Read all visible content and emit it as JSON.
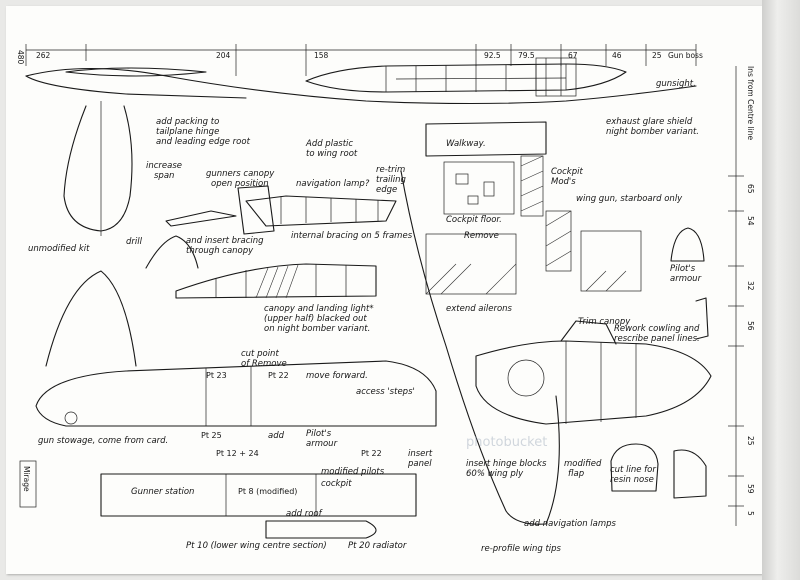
{
  "page": {
    "number": "480"
  },
  "dimensions": {
    "d262": "262",
    "d204": "204",
    "d158": "158",
    "d925": "92.5",
    "d795": "79.5",
    "d67": "67",
    "d46": "46",
    "d25": "25",
    "gun_boss": "Gun boss",
    "from_centreline": "Ins from Centre line",
    "d65": "65",
    "d54": "54",
    "d32": "32",
    "d56": "56",
    "d25b": "25",
    "d59": "59",
    "d5": "5"
  },
  "labels": {
    "packing": [
      "add packing to",
      "tailplane hinge",
      "and leading edge root"
    ],
    "increase_span": [
      "increase",
      "span"
    ],
    "add_plastic": [
      "Add plastic",
      "to wing root"
    ],
    "walkway": "Walkway.",
    "retrim": [
      "re-trim",
      "trailing",
      "edge"
    ],
    "cockpit_mods": [
      "Cockpit",
      "Mod's"
    ],
    "gunsight": "gunsight.",
    "exhaust": [
      "exhaust glare shield",
      "night bomber variant."
    ],
    "gunners_canopy": [
      "gunners canopy",
      "open position"
    ],
    "nav_lamp": "navigation lamp?",
    "internal_bracing": "internal bracing on 5 frames",
    "cockpit_floor": "Cockpit floor.",
    "remove": "Remove",
    "wing_gun": "wing gun, starboard only",
    "pilots_armour": [
      "Pilot's",
      "armour"
    ],
    "unmodified_kit": "unmodified kit",
    "drill": "drill",
    "insert_bracing": [
      "and insert bracing",
      "through canopy"
    ],
    "canopy_light": [
      "canopy and landing light*",
      "(upper half) blacked out",
      "on night bomber variant."
    ],
    "extend_ailerons": "extend ailerons",
    "trim_canopy": "Trim canopy",
    "rework_cowling": [
      "Rework cowling and",
      "rescribe panel lines."
    ],
    "cut_point": [
      "cut point",
      "of Remove"
    ],
    "move_forward": "move forward.",
    "access_steps": "access 'steps'",
    "gun_stowage": "gun stowage, come from card.",
    "add": "add",
    "pilots_armour2": [
      "Pilot's",
      "armour"
    ],
    "insert_panel": [
      "insert",
      "panel"
    ],
    "gunner_station": "Gunner station",
    "modified_pilots_cockpit": [
      "modified pilots",
      "cockpit"
    ],
    "insert_hinge": [
      "insert hinge blocks",
      "60% wing ply"
    ],
    "modified_flap": [
      "modified",
      "flap"
    ],
    "cut_line": [
      "cut line for",
      "resin nose"
    ],
    "add_roof": "add roof",
    "add_nav_lamps": "add navigation lamps",
    "pt10": "Pt 10 (lower wing centre section)",
    "pt20": "Pt 20 radiator",
    "reprofile": "re-profile wing tips",
    "signature": "Mirage"
  },
  "part_numbers": {
    "pt23": "Pt 23",
    "pt22": "Pt 22",
    "pt25": "Pt 25",
    "pt12": "Pt 12 + 24",
    "pt22b": "Pt 22",
    "pt8": "Pt 8 (modified)"
  },
  "watermark": "photobucket"
}
